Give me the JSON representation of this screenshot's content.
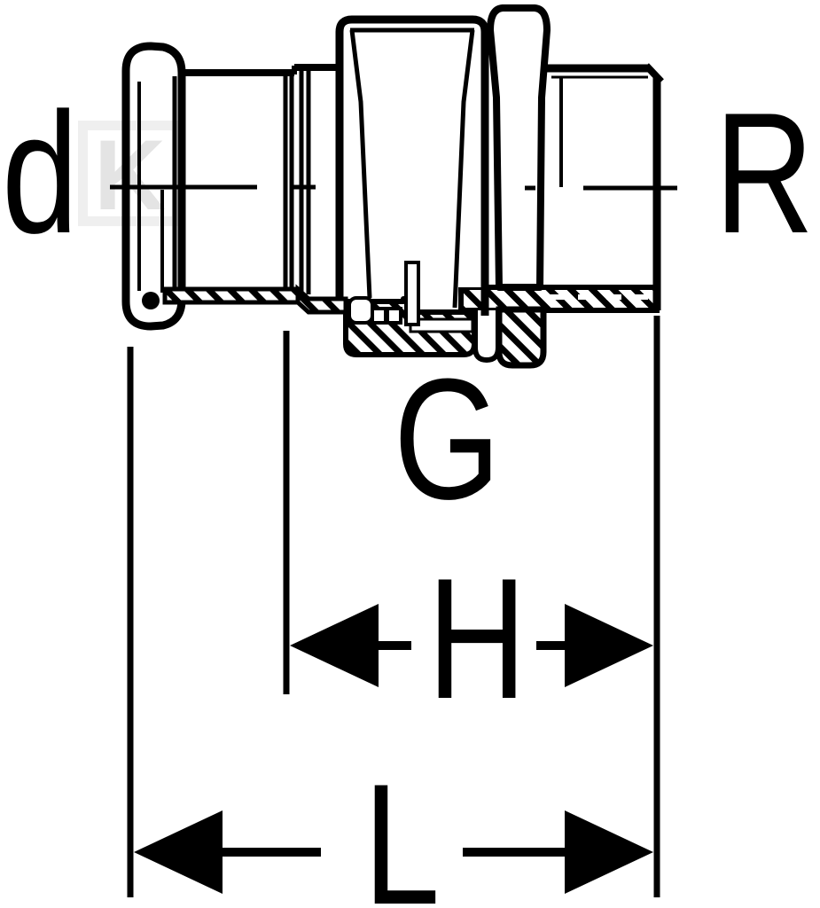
{
  "diagram": {
    "type": "technical-drawing",
    "subject": "press-fitting union connector with male thread, half-section view",
    "labels": {
      "pipe_diameter": "d",
      "male_thread": "R",
      "union_thread": "G",
      "dim_h": "H",
      "dim_l": "L"
    },
    "watermark": {
      "letter": "K"
    },
    "colors": {
      "line": "#000000",
      "background": "#ffffff",
      "watermark_frame": "#efefef",
      "watermark_letter": "#e4e4e4"
    }
  }
}
